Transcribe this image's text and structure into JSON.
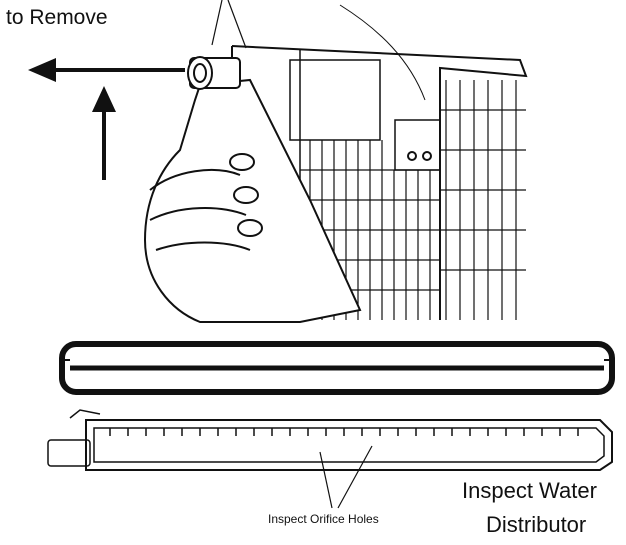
{
  "labels": {
    "remove": "to Remove",
    "orifice": "Inspect Orifice Holes",
    "inspect_line1": "Inspect Water",
    "inspect_line2": "Distributor"
  },
  "icons": {
    "arrow_left": "arrow-left-icon",
    "arrow_up": "arrow-up-icon"
  },
  "colors": {
    "ink": "#111111",
    "background": "#ffffff"
  }
}
